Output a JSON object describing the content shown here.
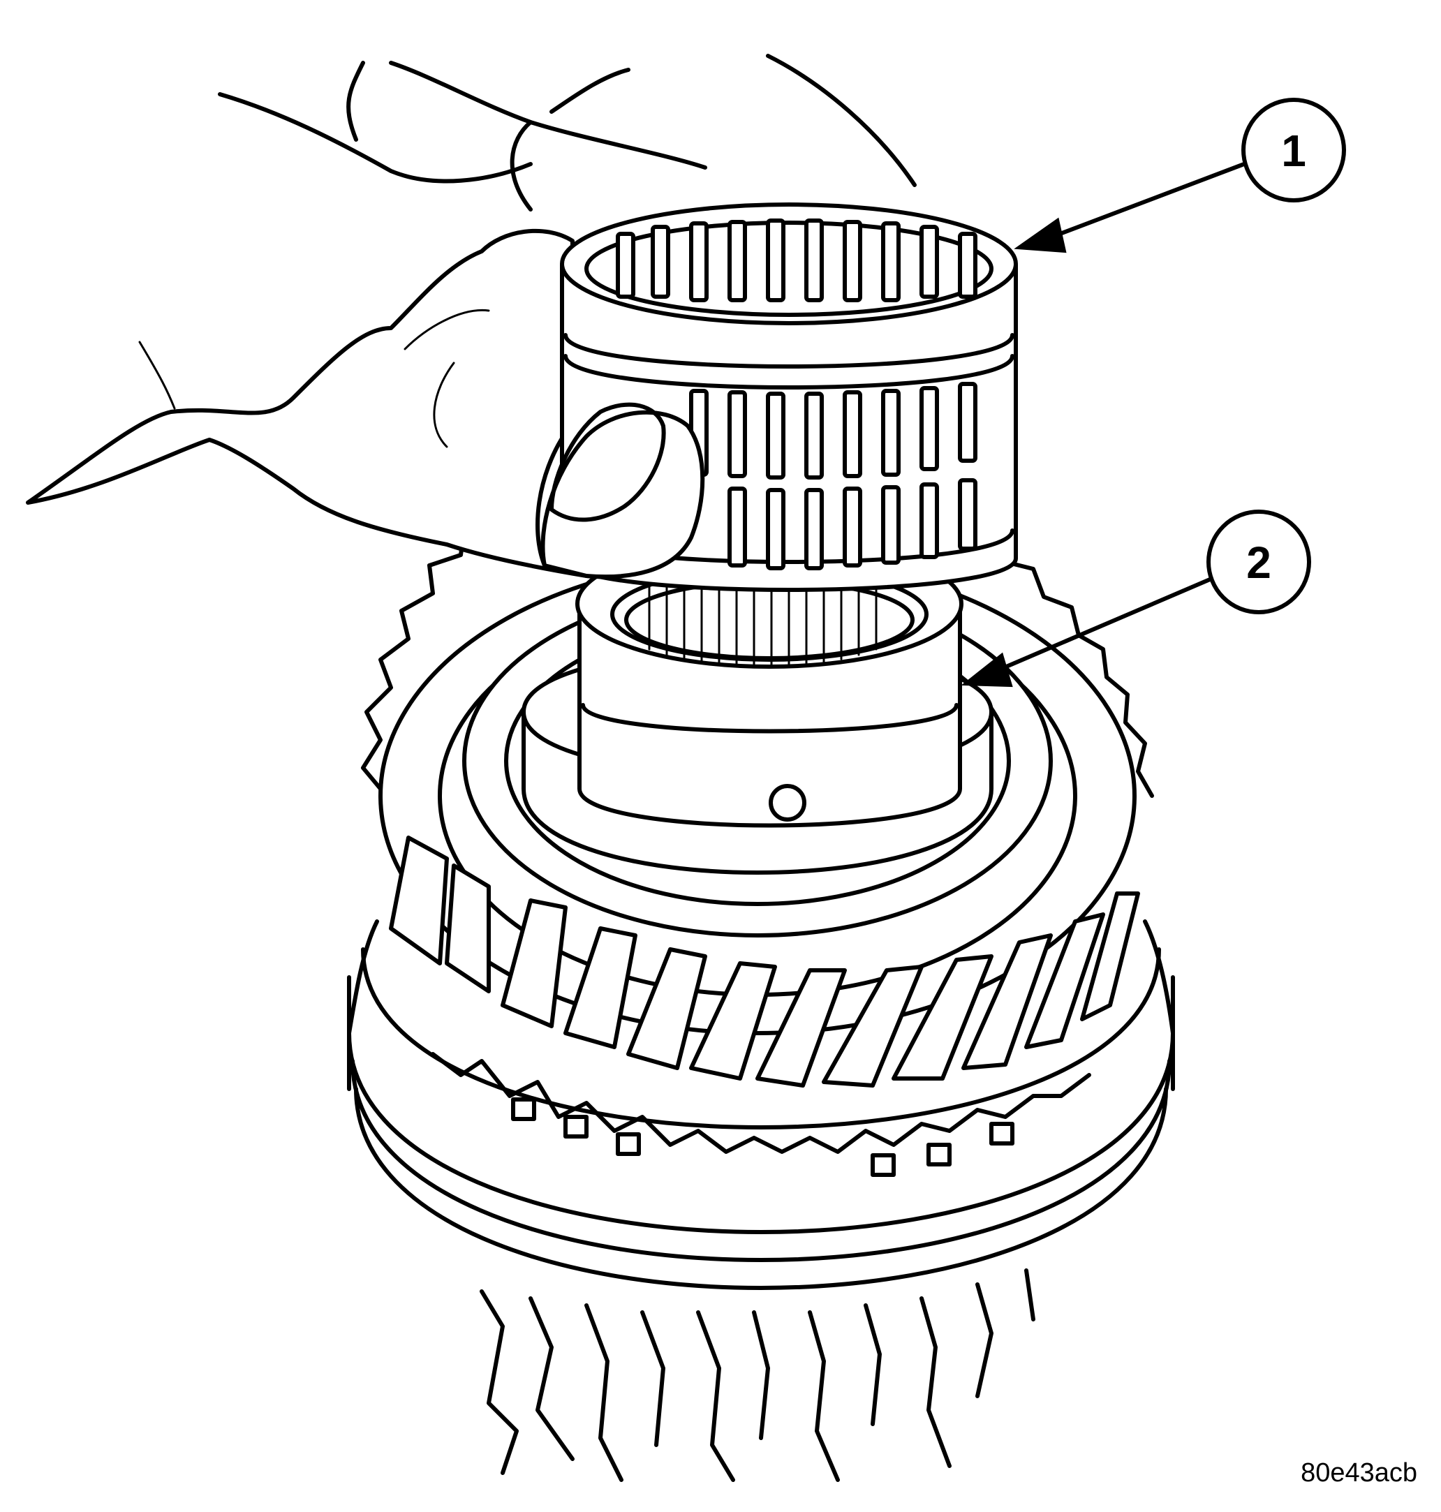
{
  "figure": {
    "callouts": [
      {
        "number": "1"
      },
      {
        "number": "2"
      }
    ],
    "figure_id": "80e43acb"
  }
}
